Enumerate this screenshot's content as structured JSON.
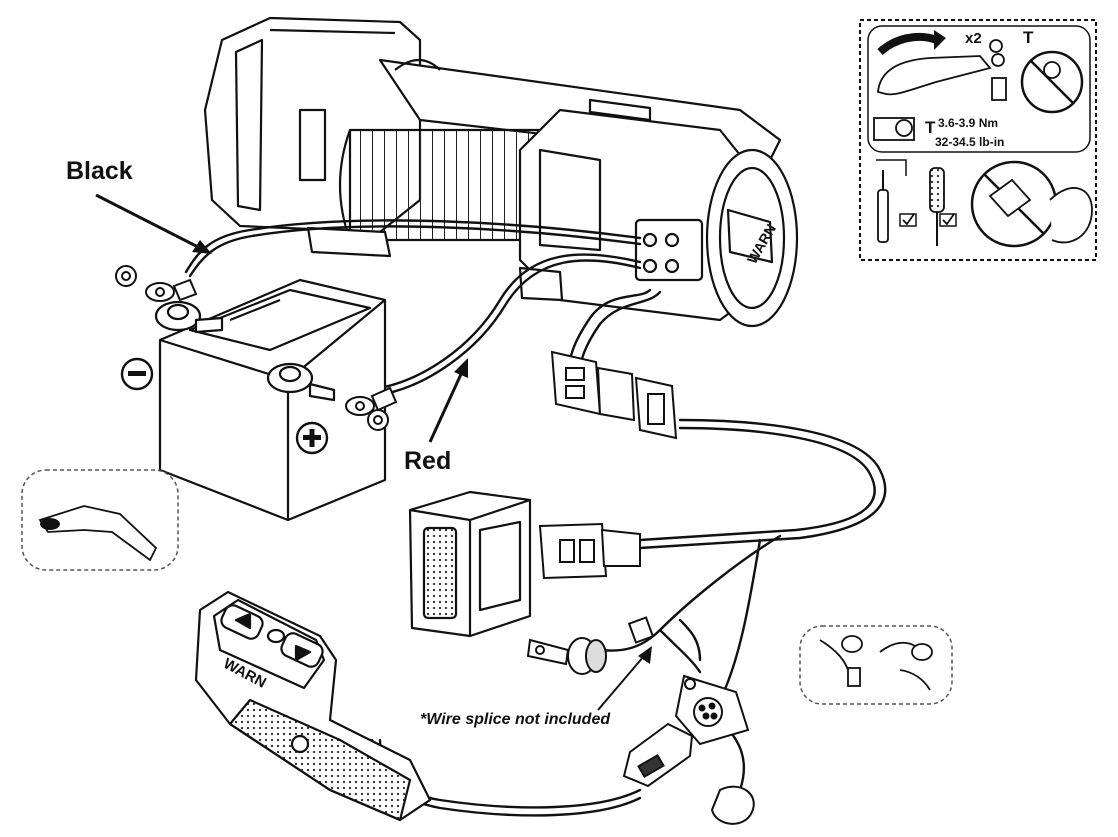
{
  "labels": {
    "black": "Black",
    "red": "Red",
    "splice_note": "*Wire splice not included",
    "brand": "WARN"
  },
  "torque_inset": {
    "quantity": "x2",
    "torque_symbol": "T",
    "torque_nm": "3.6-3.9 Nm",
    "torque_lbin": "32-34.5 lb-in"
  },
  "battery": {
    "negative_symbol": "−",
    "positive_symbol": "+"
  },
  "colors": {
    "line": "#111111",
    "fill": "#ffffff",
    "shade": "#444444",
    "inset_border": "#555555"
  }
}
